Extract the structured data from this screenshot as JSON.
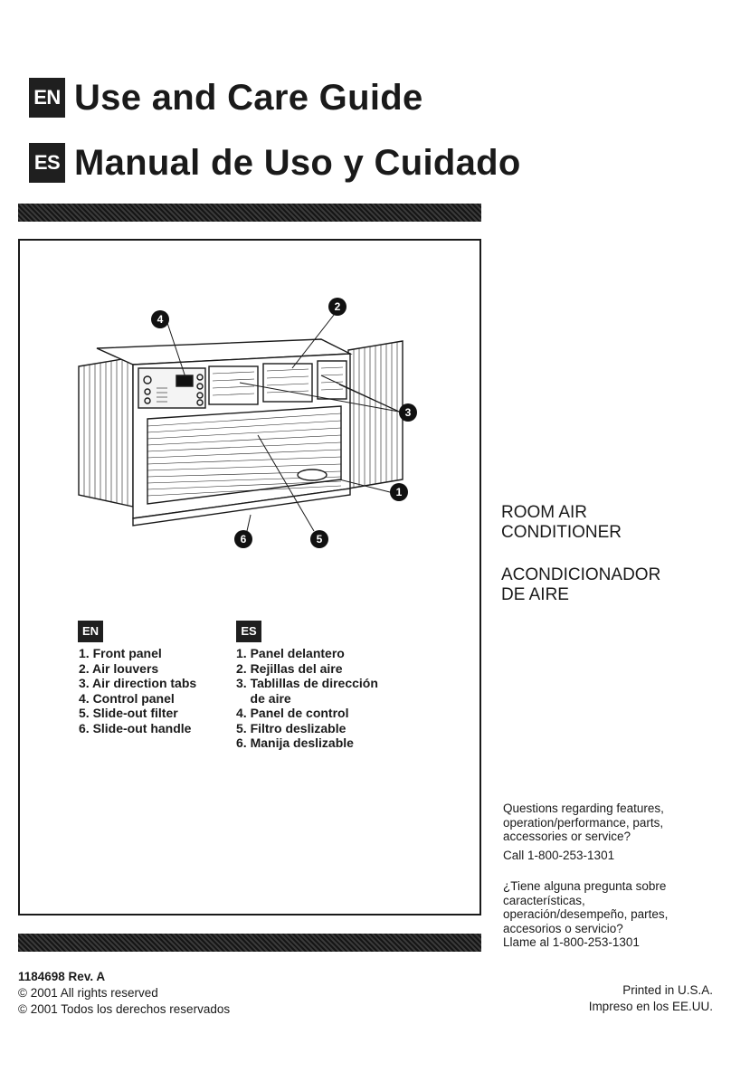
{
  "header": {
    "en_badge": "EN",
    "en_title": "Use and Care Guide",
    "es_badge": "ES",
    "es_title": "Manual de Uso y Cuidado"
  },
  "diagram": {
    "callouts": [
      "1",
      "2",
      "3",
      "4",
      "5",
      "6"
    ]
  },
  "legend": {
    "en_badge": "EN",
    "en_items": [
      "1. Front panel",
      "2. Air louvers",
      "3. Air direction tabs",
      "4. Control panel",
      "5. Slide-out filter",
      "6. Slide-out handle"
    ],
    "es_badge": "ES",
    "es_items": [
      "1. Panel delantero",
      "2. Rejillas del aire",
      "3. Tablillas de dirección",
      "    de aire",
      "4. Panel de control",
      "5. Filtro deslizable",
      "6. Manija deslizable"
    ]
  },
  "product": {
    "en_line1": "ROOM AIR",
    "en_line2": "CONDITIONER",
    "es_line1": "ACONDICIONADOR",
    "es_line2": "DE AIRE"
  },
  "help": {
    "en_line1": "Questions regarding features,",
    "en_line2": "operation/performance, parts,",
    "en_line3": "accessories or service?",
    "en_call": "Call 1-800-253-1301",
    "es_line1": "¿Tiene alguna pregunta sobre",
    "es_line2": "características,",
    "es_line3": "operación/desempeño, partes,",
    "es_line4": "accesorios o servicio?",
    "es_call": "Llame al 1-800-253-1301"
  },
  "footer": {
    "doc_number": "1184698 Rev. A",
    "copyright_en": "© 2001 All rights reserved",
    "copyright_es": "© 2001 Todos los derechos reservados",
    "printed_en": "Printed in U.S.A.",
    "printed_es": "Impreso en los EE.UU."
  }
}
